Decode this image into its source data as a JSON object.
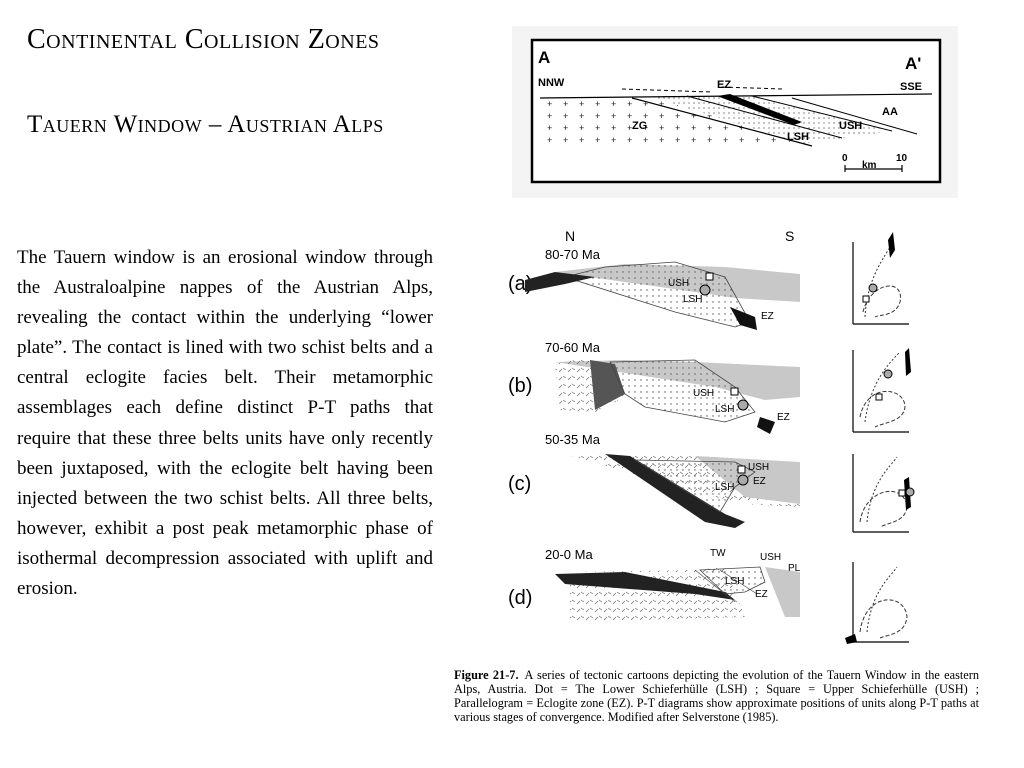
{
  "slide": {
    "title": "Continental Collision Zones",
    "subtitle": "Tauern Window – Austrian Alps",
    "body": "The Tauern window is an erosional window through the Australoalpine nappes of the Austrian Alps, revealing the contact within the underlying “lower plate”.   The contact is lined with two schist belts and a central eclogite facies belt.  Their metamorphic assemblages each define distinct P-T paths that require that these three belts units have only recently been juxtaposed, with the eclogite belt having been injected between the two schist belts.  All three belts, however, exhibit a post peak metamorphic phase of isothermal decompression associated with uplift and erosion."
  },
  "cross_section": {
    "end_left": "A",
    "end_right": "A'",
    "dir_left": "NNW",
    "dir_right": "SSE",
    "labels": {
      "ez": "EZ",
      "zg": "ZG",
      "aa": "AA",
      "ush": "USH",
      "lsh": "LSH"
    },
    "scale": {
      "zero": "0",
      "ten": "10",
      "unit": "km"
    }
  },
  "cartoons": {
    "north": "N",
    "south": "S",
    "panels": [
      {
        "letter": "(a)",
        "age": "80-70 Ma",
        "labels": [
          "USH",
          "LSH",
          "EZ"
        ]
      },
      {
        "letter": "(b)",
        "age": "70-60 Ma",
        "labels": [
          "USH",
          "LSH",
          "EZ"
        ]
      },
      {
        "letter": "(c)",
        "age": "50-35 Ma",
        "labels": [
          "USH",
          "LSH",
          "EZ"
        ]
      },
      {
        "letter": "(d)",
        "age": "20-0 Ma",
        "labels": [
          "TW",
          "USH",
          "PL",
          "LSH",
          "EZ"
        ]
      }
    ]
  },
  "caption": {
    "label": "Figure  21-7.",
    "text": "A series of tectonic cartoons depicting the evolution of the Tauern Window in the eastern Alps, Austria.  Dot = The Lower Schieferhülle (LSH) ; Square = Upper Schieferhülle (USH) ;  Parallelogram = Eclogite zone (EZ).  P-T diagrams show approximate positions of units along P-T paths at various stages of convergence.  Modified after Selverstone (1985)."
  }
}
